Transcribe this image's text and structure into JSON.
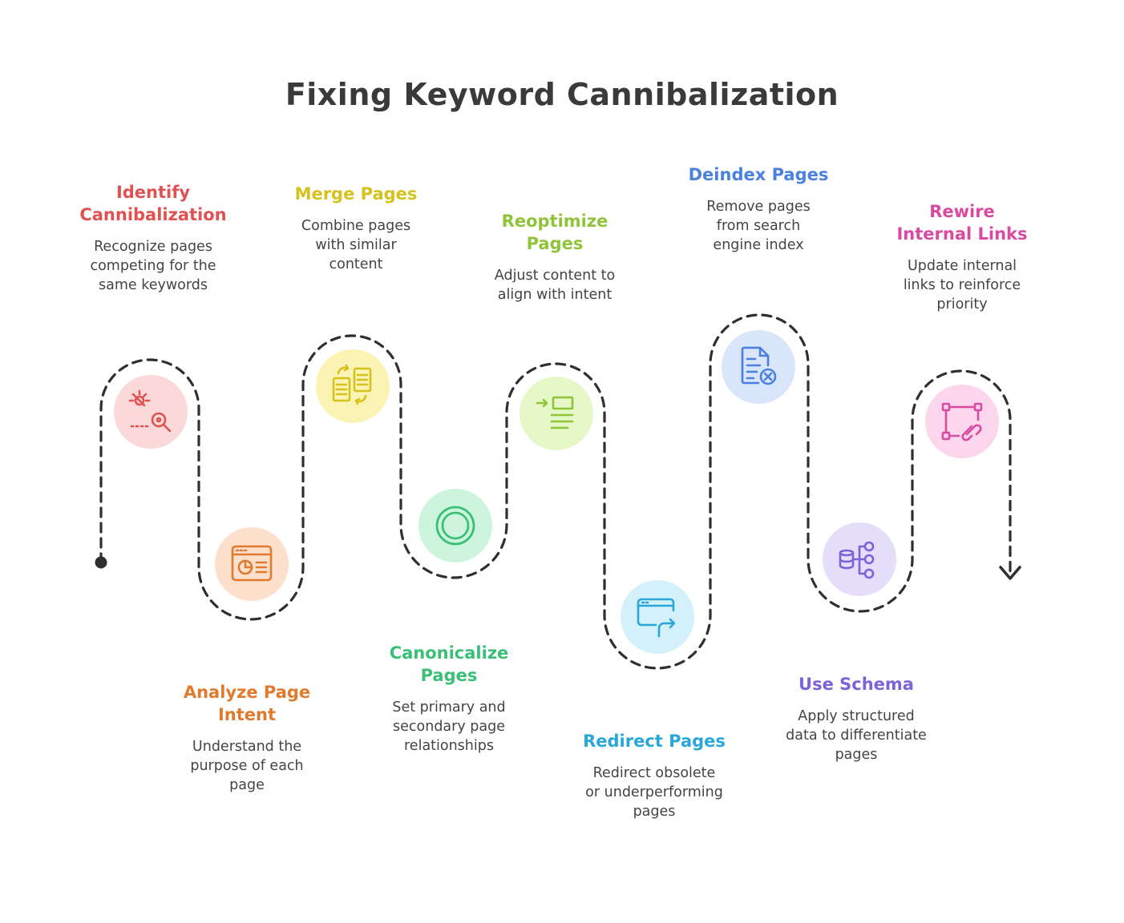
{
  "title": "Fixing Keyword Cannibalization",
  "steps": [
    {
      "title": "Identify Cannibalization",
      "desc": "Recognize pages competing for the same keywords",
      "color": "#e05252",
      "bg": "#fbd9d9",
      "icon": "bug-search-icon"
    },
    {
      "title": "Analyze Page Intent",
      "desc": "Understand the purpose of each page",
      "color": "#e07a2e",
      "bg": "#fde0cc",
      "icon": "browser-chart-icon"
    },
    {
      "title": "Merge Pages",
      "desc": "Combine pages with similar content",
      "color": "#d4c21d",
      "bg": "#fbf3b4",
      "icon": "merge-documents-icon"
    },
    {
      "title": "Canonicalize Pages",
      "desc": "Set primary and secondary page relationships",
      "color": "#3bbf76",
      "bg": "#cdf5de",
      "icon": "target-circle-icon"
    },
    {
      "title": "Reoptimize Pages",
      "desc": "Adjust content to align with intent",
      "color": "#8fc43a",
      "bg": "#e6f7c8",
      "icon": "content-indent-icon"
    },
    {
      "title": "Redirect Pages",
      "desc": "Redirect obsolete or underperforming pages",
      "color": "#29a8d8",
      "bg": "#d4f0fb",
      "icon": "browser-redirect-icon"
    },
    {
      "title": "Deindex Pages",
      "desc": "Remove pages from search engine index",
      "color": "#4a80df",
      "bg": "#d9e5fa",
      "icon": "document-remove-icon"
    },
    {
      "title": "Use Schema",
      "desc": "Apply structured data to differentiate pages",
      "color": "#7b63d8",
      "bg": "#e5defa",
      "icon": "data-structure-icon"
    },
    {
      "title": "Rewire Internal Links",
      "desc": "Update internal links to reinforce priority",
      "color": "#d94aa3",
      "bg": "#fbd6ec",
      "icon": "link-nodes-icon"
    }
  ]
}
